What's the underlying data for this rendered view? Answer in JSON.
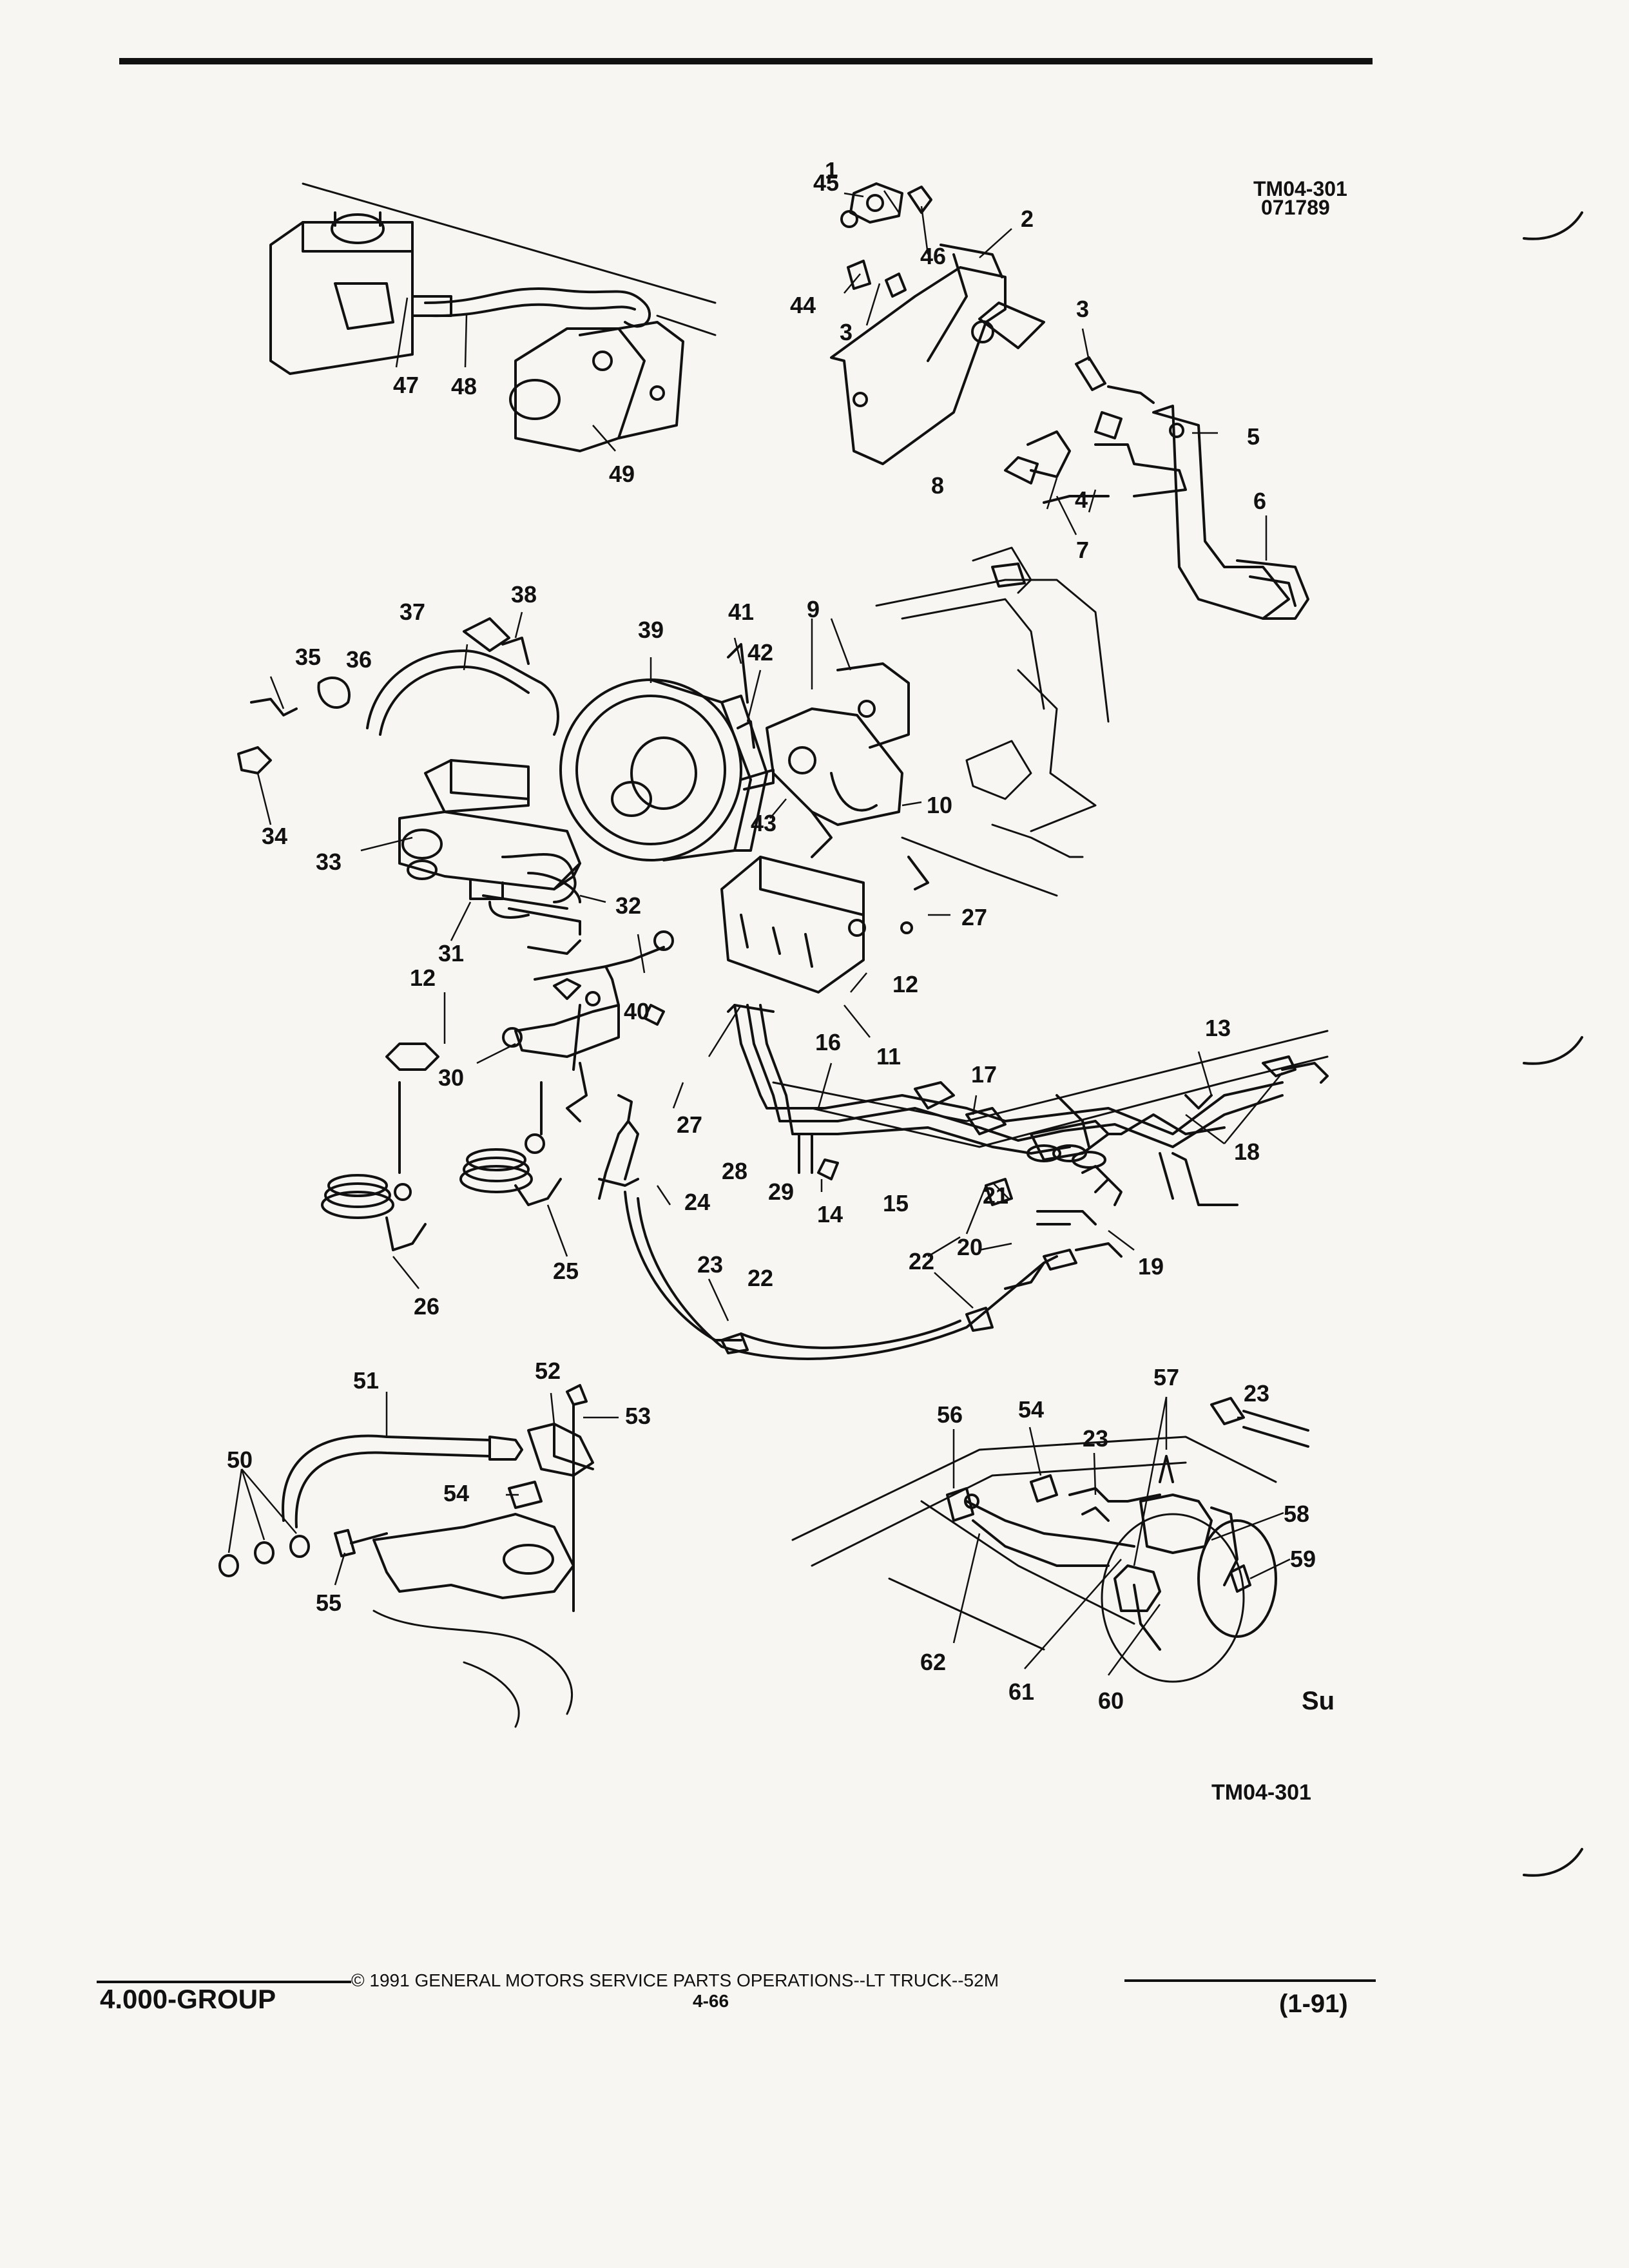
{
  "header": {
    "ref_code": "TM04-301",
    "ref_date": "071789"
  },
  "figure": {
    "ref_code_bottom": "TM04-301",
    "logo_text": "Su",
    "callouts": {
      "n1": "1",
      "n2": "2",
      "n3a": "3",
      "n3b": "3",
      "n4": "4",
      "n5": "5",
      "n6": "6",
      "n7": "7",
      "n8": "8",
      "n9": "9",
      "n10": "10",
      "n11": "11",
      "n12a": "12",
      "n12b": "12",
      "n13": "13",
      "n14": "14",
      "n15": "15",
      "n16": "16",
      "n17": "17",
      "n18": "18",
      "n19": "19",
      "n20": "20",
      "n21": "21",
      "n22a": "22",
      "n22b": "22",
      "n23a": "23",
      "n23b": "23",
      "n23c": "23",
      "n24": "24",
      "n25": "25",
      "n26": "26",
      "n27a": "27",
      "n27b": "27",
      "n28": "28",
      "n29": "29",
      "n30": "30",
      "n31": "31",
      "n32": "32",
      "n33": "33",
      "n34": "34",
      "n35": "35",
      "n36": "36",
      "n37": "37",
      "n38": "38",
      "n39": "39",
      "n40": "40",
      "n41": "41",
      "n42": "42",
      "n43": "43",
      "n44": "44",
      "n45": "45",
      "n46": "46",
      "n47": "47",
      "n48": "48",
      "n49": "49",
      "n50": "50",
      "n51": "51",
      "n52": "52",
      "n53": "53",
      "n54a": "54",
      "n54b": "54",
      "n55": "55",
      "n56": "56",
      "n57": "57",
      "n58": "58",
      "n59": "59",
      "n60": "60",
      "n61": "61",
      "n62": "62"
    }
  },
  "footer": {
    "group": "4.000-GROUP",
    "copyright": "© 1991 GENERAL MOTORS SERVICE PARTS OPERATIONS--LT TRUCK--52M",
    "page": "4-66",
    "date": "(1-91)"
  }
}
